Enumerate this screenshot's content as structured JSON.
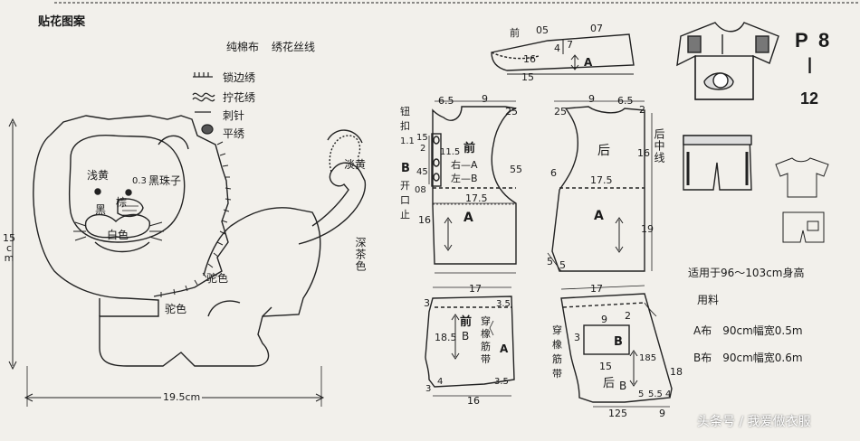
{
  "title": "贴花图案",
  "materials": {
    "fabric": "纯棉布",
    "thread": "绣花丝线"
  },
  "stitch_legend": [
    "锁边绣",
    "拧花绣",
    "刺针",
    "平绣"
  ],
  "applique": {
    "colors": {
      "light_yellow_face": "浅黄",
      "light_yellow_tail": "淡黄",
      "brown": "棕",
      "black": "黑",
      "white": "白色",
      "camel_body": "驼色",
      "camel_leg": "驼色",
      "dark_brown": "深茶色"
    },
    "bead_size": "0.3",
    "bead_label": "黑珠子",
    "height": "15 cm",
    "width": "19.5cm"
  },
  "page_number": {
    "p": "P",
    "from": "8",
    "sep": "|",
    "to": "12"
  },
  "shoulder_pattern": {
    "label": "前",
    "dims": {
      "d05": "05",
      "d07": "07",
      "d4": "4",
      "d7": "7",
      "d16": "16",
      "d15": "15"
    },
    "piece": "A"
  },
  "front_bodice": {
    "label": "前",
    "sublabel_right": "右—A",
    "sublabel_left": "左—B",
    "side_label": [
      "钮",
      "扣",
      "1.1",
      "B",
      "开",
      "口",
      "止"
    ],
    "piece_b": "B",
    "piece_a": "A",
    "dims": {
      "d65": "6.5",
      "d9": "9",
      "d25": "25",
      "d2": "2",
      "d15": "15",
      "d115": "11.5",
      "d45": "45",
      "d08": "08",
      "d55": "55",
      "d175": "17.5",
      "d16": "16"
    }
  },
  "back_bodice": {
    "label": "后",
    "center_label": "后中线",
    "piece": "A",
    "dims": {
      "d25": "25",
      "d9": "9",
      "d65": "6.5",
      "d2": "2",
      "d6": "6",
      "d16": "16",
      "d175": "17.5",
      "d19": "19",
      "d5a": "5",
      "d5b": "5"
    }
  },
  "front_shorts": {
    "label": "前",
    "piece": "B",
    "elastic": [
      "穿",
      "橡",
      "筋",
      "带"
    ],
    "piece_a": "A",
    "dims": {
      "d17": "17",
      "d35a": "3.5",
      "d3a": "3",
      "d185": "18.5",
      "d4": "4",
      "d3b": "3",
      "d16": "16",
      "d35b": "3.5"
    }
  },
  "back_shorts": {
    "label": "后",
    "piece": "B",
    "pocket": "B",
    "elastic": [
      "穿",
      "橡",
      "筋",
      "带"
    ],
    "dims": {
      "d17": "17",
      "d9": "9",
      "d2": "2",
      "d3": "3",
      "d15": "15",
      "d185": "185",
      "d18": "18",
      "d5": "5",
      "d55": "5.5",
      "d4": "4",
      "d125": "125",
      "d9b": "9"
    }
  },
  "size_info": {
    "applies_to": "适用于96～103cm身高",
    "fabric_usage": "用料",
    "fabric_a": "A布　90cm幅宽0.5m",
    "fabric_b": "B布　90cm幅宽0.6m"
  },
  "watermark": "头条号 / 我爱做衣服"
}
